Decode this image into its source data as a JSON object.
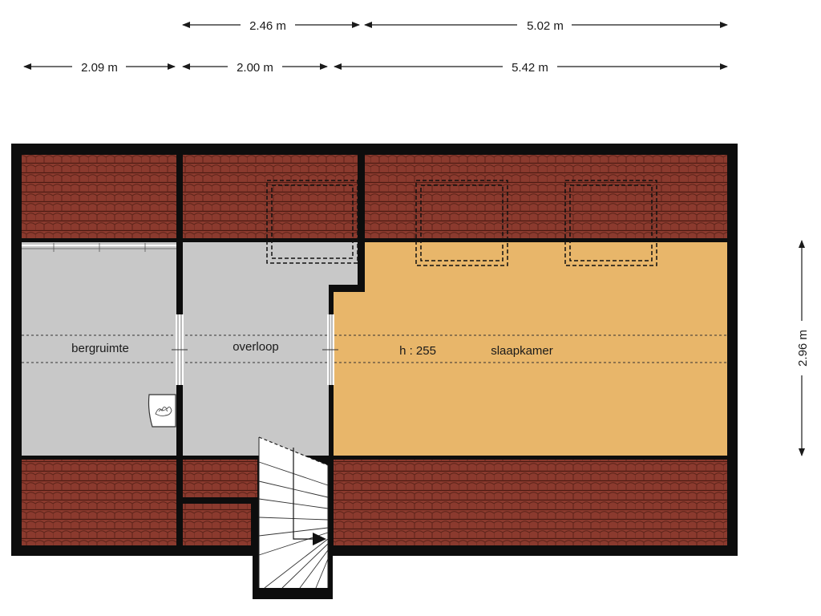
{
  "plan": {
    "dimensions": {
      "top_row_1": [
        "2.46 m",
        "5.02 m"
      ],
      "top_row_2": [
        "2.09 m",
        "2.00 m",
        "5.42 m"
      ],
      "right": "2.96 m"
    },
    "rooms": {
      "storage": "bergruimte",
      "landing": "overloop",
      "bedroom": "slaapkamer",
      "height": "h : 255"
    },
    "colors": {
      "wall": "#0d0d0d",
      "roof_tile": "#8b3a2e",
      "roof_tile_line": "#4a1a12",
      "gray_room": "#c8c8c8",
      "bedroom": "#e8b66a",
      "stairs": "#ffffff"
    },
    "icons": [
      "central-heating-boiler-icon",
      "stairs-direction-arrow-icon",
      "skylight-window-icon"
    ]
  }
}
